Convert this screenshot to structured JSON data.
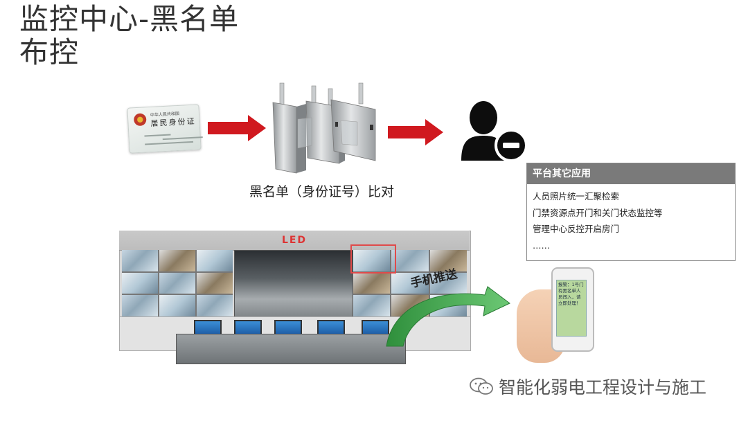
{
  "title": {
    "line1": "监控中心-黑名单",
    "line2": "布控"
  },
  "id_card": {
    "country_text": "中华人民共和国",
    "card_text": "居民身份证"
  },
  "caption": "黑名单（身份证号）比对",
  "platform_box": {
    "header": "平台其它应用",
    "items": [
      "人员照片统一汇聚检索",
      "门禁资源点开门和关门状态监控等",
      "管理中心反控开启房门",
      "……"
    ]
  },
  "control_room": {
    "led_label": "LED"
  },
  "push_label": "手机推送",
  "phone": {
    "alert_text": "报警：1号门有黑名单人员闯入，请立即处理！"
  },
  "watermark": "智能化弱电工程设计与施工",
  "colors": {
    "arrow_red": "#d0191f",
    "push_arrow_green": "#3ea84a",
    "platform_header": "#7a7a7a"
  },
  "icons": {
    "person_block": "person-minus-icon",
    "wechat": "wechat-icon"
  }
}
